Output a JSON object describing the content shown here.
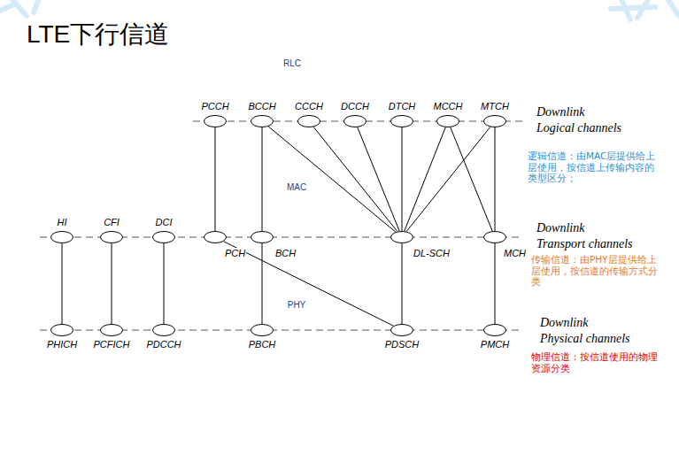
{
  "diagram": {
    "title": "LTE下行信道",
    "nodes": [
      {
        "text": [
          "PCCH"
        ]
      },
      {
        "text": [
          "BCCH"
        ]
      },
      {
        "text": [
          "CCCH"
        ]
      },
      {
        "text": [
          "DCCH"
        ]
      },
      {
        "text": [
          "DTCH"
        ]
      },
      {
        "text": [
          "MCCH"
        ]
      },
      {
        "text": [
          "MTCH"
        ]
      },
      {
        "text": [
          "HI"
        ]
      },
      {
        "text": [
          "CFI"
        ]
      },
      {
        "text": [
          "DCI"
        ]
      },
      {
        "text": [
          "PCH"
        ]
      },
      {
        "text": [
          "BCH"
        ]
      },
      {
        "text": [
          "DL-SCH"
        ]
      },
      {
        "text": [
          "MCH"
        ]
      },
      {
        "text": [
          "PHICH"
        ]
      },
      {
        "text": [
          "PCFICH"
        ]
      },
      {
        "text": [
          "PDCCH"
        ]
      },
      {
        "text": [
          "PBCH"
        ]
      },
      {
        "text": [
          "PDSCH"
        ]
      },
      {
        "text": [
          "PMCH"
        ]
      }
    ],
    "edges": [
      {
        "from": 0,
        "to": 10,
        "arrow": "none"
      },
      {
        "from": 1,
        "to": 11,
        "arrow": "none"
      },
      {
        "from": 1,
        "to": 12,
        "arrow": "none"
      },
      {
        "from": 2,
        "to": 12,
        "arrow": "none"
      },
      {
        "from": 3,
        "to": 12,
        "arrow": "none"
      },
      {
        "from": 4,
        "to": 12,
        "arrow": "none"
      },
      {
        "from": 5,
        "to": 12,
        "arrow": "none"
      },
      {
        "from": 5,
        "to": 13,
        "arrow": "none"
      },
      {
        "from": 6,
        "to": 12,
        "arrow": "none"
      },
      {
        "from": 6,
        "to": 13,
        "arrow": "none"
      },
      {
        "from": 7,
        "to": 14,
        "arrow": "none"
      },
      {
        "from": 8,
        "to": 15,
        "arrow": "none"
      },
      {
        "from": 9,
        "to": 16,
        "arrow": "none"
      },
      {
        "from": 10,
        "to": 18,
        "arrow": "none"
      },
      {
        "from": 11,
        "to": 17,
        "arrow": "none"
      },
      {
        "from": 12,
        "to": 18,
        "arrow": "none"
      },
      {
        "from": 13,
        "to": 19,
        "arrow": "none"
      }
    ],
    "labels": [
      "RLC",
      "MAC",
      "PHY",
      "Downlink Logical channels",
      "逻辑信道：由MAC层提供给上层使用，按信道上传输内容的类型区分；",
      "Downlink Transport channels",
      "传输信道：由PHY层提供给上层使用，按信道的传输方式分类",
      "Downlink Physical channels",
      "物理信道：按信道使用的物理资源分类"
    ]
  }
}
